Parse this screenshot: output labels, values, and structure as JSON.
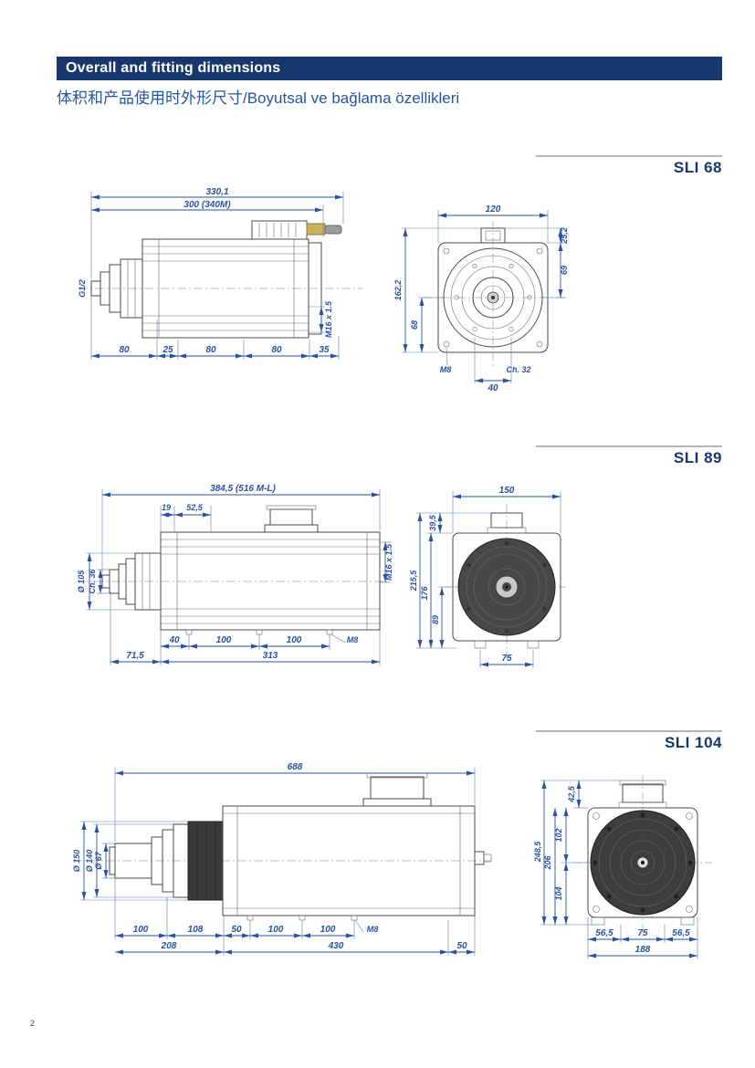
{
  "page": {
    "number": "2",
    "header_title": "Overall and fitting dimensions",
    "subtitle": "体积和产品使用时外形尺寸/Boyutsal ve bağlama özellikleri"
  },
  "colors": {
    "header_bg": "#16386e",
    "dimension_blue": "#2b52a0"
  },
  "models": {
    "sli68": {
      "label": "SLI 68",
      "side": {
        "overall": "330,1",
        "body_len": "300 (340M)",
        "thread_left": "G1/2",
        "thread_right": "M16 x 1.5",
        "bottom": [
          "80",
          "25",
          "80",
          "80",
          "35"
        ]
      },
      "front": {
        "width": "120",
        "h_connector": "25,2",
        "h_upper": "69",
        "h_total": "162,2",
        "h_lower": "68",
        "hole": "M8",
        "chamfer": "Ch. 32",
        "w_inner": "40"
      }
    },
    "sli89": {
      "label": "SLI 89",
      "side": {
        "overall": "384,5 (516 M-L)",
        "d19": "19",
        "d52": "52,5",
        "thread_right": "M16 x 1.5",
        "dia": "Ø 105",
        "chamfer": "Ch. 36",
        "bottom": [
          "40",
          "100",
          "100"
        ],
        "hole": "M8",
        "offset": "71,5",
        "span": "313"
      },
      "front": {
        "width": "150",
        "h_connector": "39,5",
        "h_total": "215,5",
        "h_body": "176",
        "h_lower": "89",
        "w_feet": "75"
      }
    },
    "sli104": {
      "label": "SLI 104",
      "side": {
        "overall": "688",
        "dia1": "Ø 150",
        "dia2": "Ø 140",
        "dia3": "Ø 67",
        "bottom": [
          "100",
          "108",
          "50",
          "100",
          "100"
        ],
        "hole": "M8",
        "d208": "208",
        "d430": "430",
        "d50": "50"
      },
      "front": {
        "h_connector": "42,5",
        "h_total": "248,5",
        "h_body": "206",
        "h_upper": "102",
        "h_lower": "104",
        "bottom": [
          "56,5",
          "75",
          "56,5"
        ],
        "width": "188"
      }
    }
  }
}
